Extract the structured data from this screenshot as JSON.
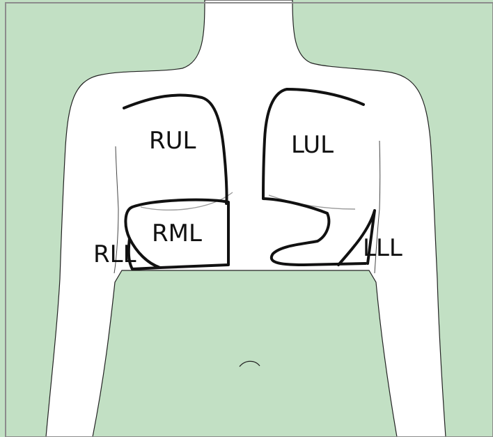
{
  "diagram": {
    "colors": {
      "background": "#c2e0c4",
      "body_fill": "#ffffff",
      "frame": "#8c8c8c",
      "body_outline": "#222222",
      "lobe_outline": "#111111",
      "fissure": "#9a9a9a",
      "label": "#111111"
    },
    "labels": {
      "rul": "RUL",
      "lul": "LUL",
      "rml": "RML",
      "rll": "RLL",
      "lll": "LLL"
    }
  }
}
